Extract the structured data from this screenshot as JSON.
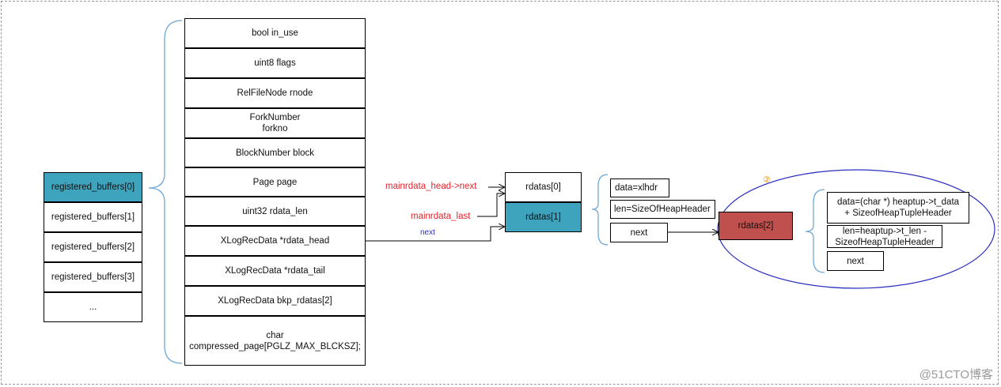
{
  "registered_buffers": [
    "registered_buffers[0]",
    "registered_buffers[1]",
    "registered_buffers[2]",
    "registered_buffers[3]",
    "..."
  ],
  "struct_fields": [
    "bool in_use",
    "uint8 flags",
    "RelFileNode rnode",
    "ForkNumber\nforkno",
    "BlockNumber block",
    "Page page",
    "uint32 rdata_len",
    "XLogRecData *rdata_head",
    "XLogRecData *rdata_tail",
    "XLogRecData bkp_rdatas[2]",
    "char\ncompressed_page[PGLZ_MAX_BLCKSZ];"
  ],
  "rdatas": [
    "rdatas[0]",
    "rdatas[1]"
  ],
  "labels": {
    "mainrdata_head": "mainrdata_head->next",
    "mainrdata_last": "mainrdata_last",
    "next_arrow": "next"
  },
  "rdata1_fields": [
    "data=xlhdr",
    "len=SizeOfHeapHeader",
    "next"
  ],
  "rdatas2": "rdatas[2]",
  "rdata2_fields": [
    "data=(char *) heaptup->t_data\n+ SizeofHeapTupleHeader",
    "len=heaptup->t_len -\nSizeofHeapTupleHeader",
    "next"
  ],
  "circle_marker": "②",
  "watermark": "@51CTO博客",
  "colors": {
    "teal": "#3ea3bd",
    "red_box": "#c0504d",
    "red_text": "#e3242b",
    "blue": "#2b2fbf",
    "brace": "#6fa8d6"
  }
}
